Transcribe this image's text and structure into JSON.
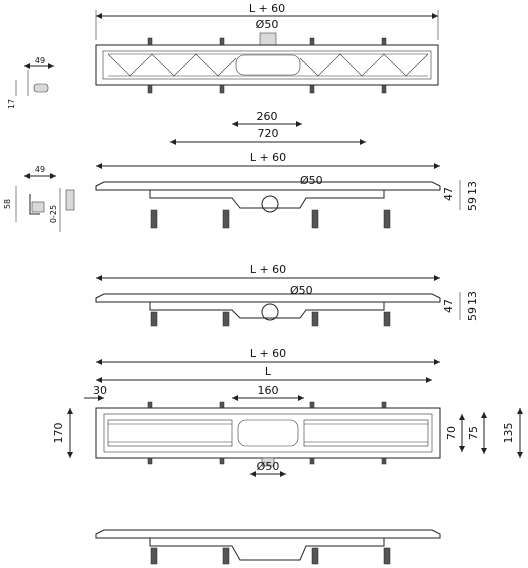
{
  "views": {
    "top_plan": {
      "overall": "L + 60",
      "pipe": "Ø50"
    },
    "section_a": {
      "width": "49",
      "height": "17"
    },
    "section_b": {
      "width": "49",
      "height": "58",
      "adjust": "0-25"
    },
    "plate_dims": {
      "inner": "260",
      "outer": "720"
    },
    "side_view_1": {
      "overall": "L + 60",
      "pipe": "Ø50",
      "h_total": "47",
      "h_a": "59",
      "h_b": "13"
    },
    "side_view_2": {
      "overall": "L + 60",
      "pipe": "Ø50",
      "h_total": "47",
      "h_a": "59",
      "h_b": "13"
    },
    "bottom_plan": {
      "overall": "L + 60",
      "length": "L",
      "edge": "30",
      "outlet": "160",
      "pipe": "Ø50",
      "width": "170",
      "w_a": "70",
      "w_b": "75",
      "w_total": "135"
    }
  }
}
